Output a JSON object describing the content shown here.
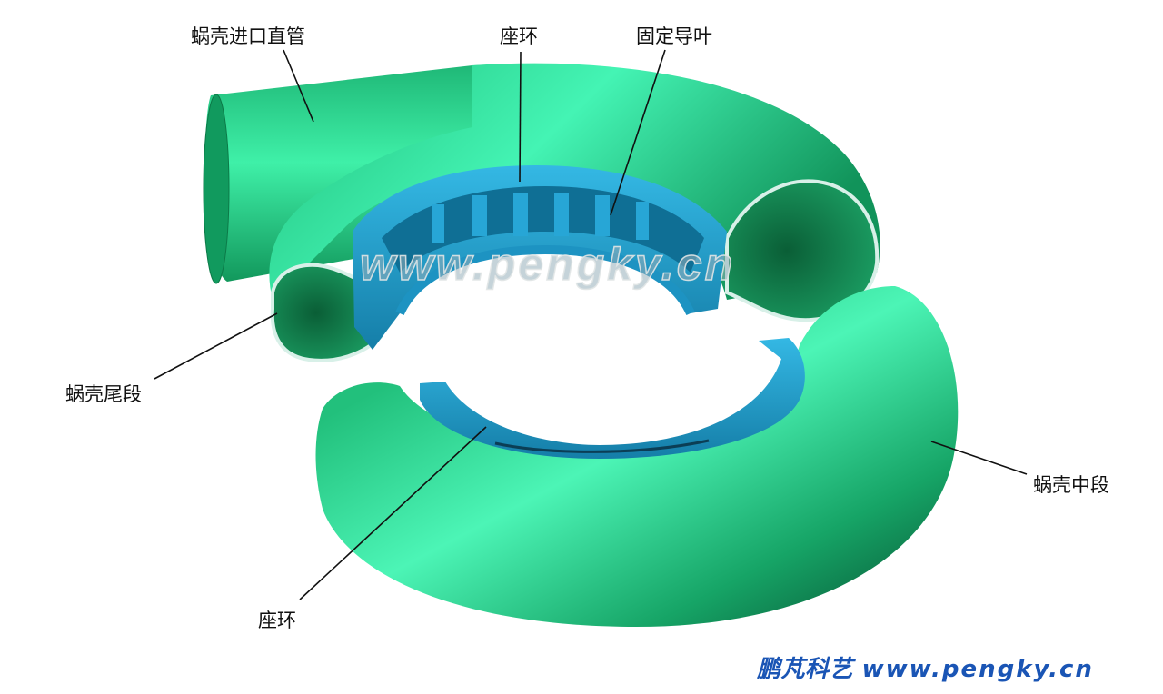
{
  "diagram": {
    "subject": "水轮机蜗壳 (spiral casing) exploded view",
    "colors": {
      "casing_green": "#2fd18a",
      "casing_green_dark": "#0e7a48",
      "casing_green_light": "#4ff0b0",
      "stay_ring_blue": "#1f9ac8",
      "stay_ring_blue_dark": "#0d5a7a",
      "cut_edge": "#d8f0e8",
      "leader_line": "#111111",
      "footer_blue": "#1a55b5"
    },
    "labels": [
      {
        "id": "inlet-pipe",
        "text": "蜗壳进口直管"
      },
      {
        "id": "stay-ring-top",
        "text": "座环"
      },
      {
        "id": "stay-vanes",
        "text": "固定导叶"
      },
      {
        "id": "tail-section",
        "text": "蜗壳尾段"
      },
      {
        "id": "middle-section",
        "text": "蜗壳中段"
      },
      {
        "id": "stay-ring-bottom",
        "text": "座环"
      }
    ],
    "watermark": "www.pengky.cn",
    "footer": {
      "brand": "鹏芃科艺",
      "url": "www.pengky.cn"
    }
  }
}
